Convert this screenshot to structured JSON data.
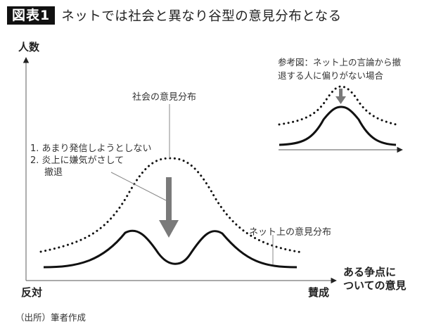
{
  "header": {
    "badge": "図表1",
    "title": "ネットでは社会と異なり谷型の意見分布となる"
  },
  "axes": {
    "y_label": "人数",
    "x_label_line1": "ある争点に",
    "x_label_line2": "ついての意見",
    "x_left": "反対",
    "x_right": "賛成"
  },
  "annotations": {
    "society": "社会の意見分布",
    "reason_1": "1. あまり発信しようとしない",
    "reason_2": "2. 炎上に嫌気がさして",
    "reason_2b": "撤退",
    "net": "ネット上の意見分布",
    "ref_line1": "参考図：ネット上の言論から撤",
    "ref_line2": "退する人に偏りがない場合"
  },
  "source": "（出所）筆者作成",
  "colors": {
    "curve": "#111111",
    "arrow": "#7a7a7a",
    "axis": "#777777",
    "badge_bg": "#111111"
  },
  "chart_data": [
    {
      "type": "line",
      "title": "ネットでは社会と異なり谷型の意見分布となる",
      "xlabel": "ある争点についての意見 (反対 → 賛成)",
      "ylabel": "人数",
      "series": [
        {
          "name": "社会の意見分布",
          "style": "dotted",
          "shape": "unimodal bell curve peaking at center"
        },
        {
          "name": "ネット上の意見分布",
          "style": "solid",
          "shape": "bimodal (valley at center)"
        }
      ],
      "annotations": [
        "1. あまり発信しようとしない",
        "2. 炎上に嫌気がさして撤退"
      ]
    },
    {
      "type": "line",
      "title": "参考図：ネット上の言論から撤退する人に偏りがない場合",
      "series": [
        {
          "name": "社会の意見分布",
          "style": "dotted",
          "shape": "bell curve"
        },
        {
          "name": "ネット上の意見分布",
          "style": "solid",
          "shape": "smaller bell curve, same shape"
        }
      ]
    }
  ]
}
